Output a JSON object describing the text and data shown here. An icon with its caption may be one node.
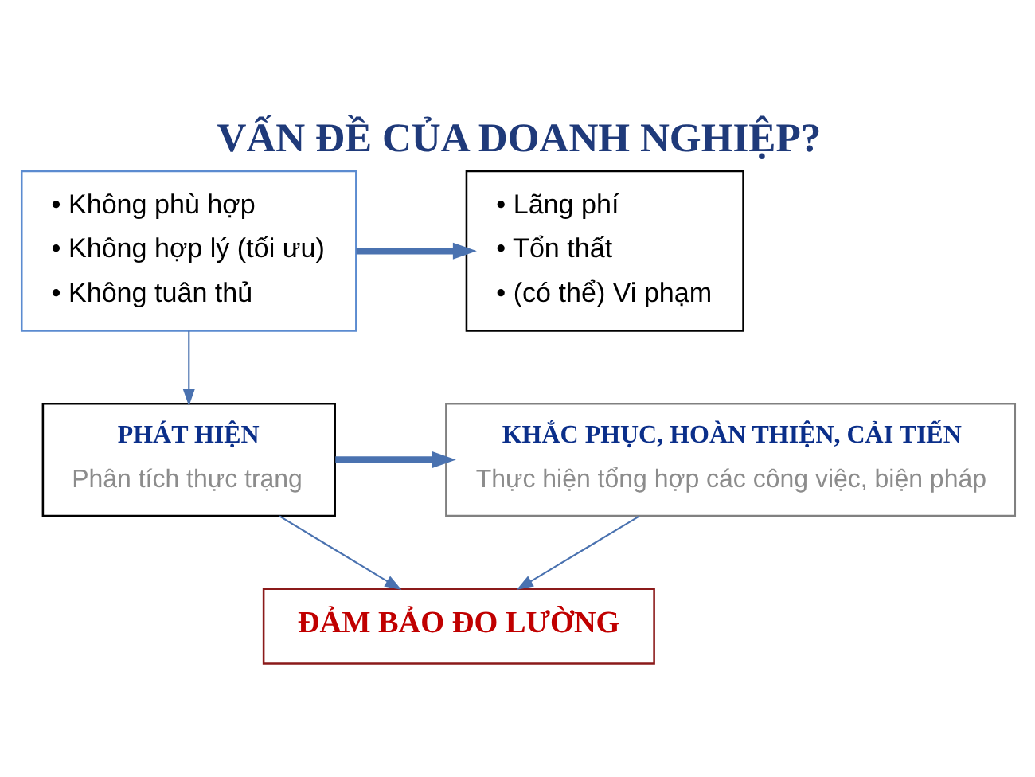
{
  "diagram": {
    "title": "VẤN ĐỀ CỦA DOANH NGHIỆP?",
    "nodes": [
      {
        "text": [
          "• Không phù hợp",
          "• Không hợp lý (tối ưu)",
          "• Không tuân thủ"
        ]
      },
      {
        "text": [
          "• Lãng phí",
          "• Tổn thất",
          "• (có thể) Vi phạm"
        ]
      },
      {
        "text": [
          "PHÁT HIỆN",
          "Phân tích thực trạng"
        ]
      },
      {
        "text": [
          "KHẮC PHỤC, HOÀN THIỆN, CẢI TIẾN",
          "Thực hiện tổng hợp các công việc, biện pháp"
        ]
      },
      {
        "text": [
          "ĐẢM BẢO ĐO LƯỜNG"
        ]
      }
    ],
    "edges": [
      {
        "from": 0,
        "to": 1,
        "arrow": "to",
        "style": "thick"
      },
      {
        "from": 0,
        "to": 2,
        "arrow": "to"
      },
      {
        "from": 2,
        "to": 3,
        "arrow": "to",
        "style": "thick"
      },
      {
        "from": 2,
        "to": 4,
        "arrow": "to"
      },
      {
        "from": 3,
        "to": 4,
        "arrow": "to"
      }
    ]
  }
}
